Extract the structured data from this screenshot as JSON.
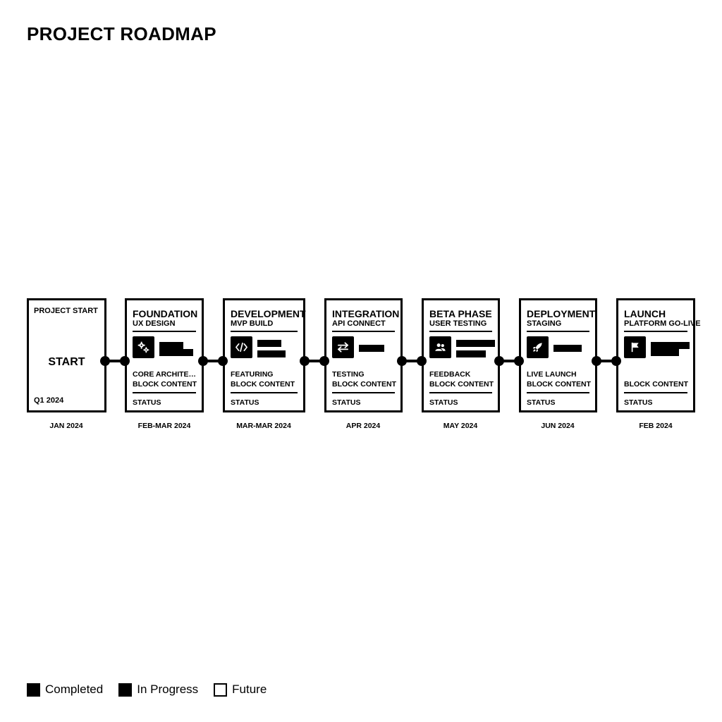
{
  "page": {
    "title": "PROJECT ROADMAP"
  },
  "start": {
    "label": "PROJECT START",
    "big_text": "START",
    "period": "Q1 2024",
    "date": "JAN 2024"
  },
  "phases": [
    {
      "title": "FOUNDATION",
      "subtitle": "UX DESIGN",
      "icon": "gears-icon",
      "task": "CORE ARCHITECT...",
      "block": "BLOCK CONTENT",
      "status": "STATUS",
      "date": "FEB-MAR 2024"
    },
    {
      "title": "DEVELOPMENT",
      "subtitle": "MVP BUILD",
      "icon": "code-icon",
      "task": "FEATURING",
      "block": "BLOCK CONTENT",
      "status": "STATUS",
      "date": "MAR-MAR 2024"
    },
    {
      "title": "INTEGRATION",
      "subtitle": "API CONNECT",
      "icon": "arrows-swap-icon",
      "task": "TESTING",
      "block": "BLOCK CONTENT",
      "status": "STATUS",
      "date": "APR 2024"
    },
    {
      "title": "BETA PHASE",
      "subtitle": "USER TESTING",
      "icon": "users-icon",
      "task": "FEEDBACK",
      "block": "BLOCK CONTENT",
      "status": "STATUS",
      "date": "MAY 2024"
    },
    {
      "title": "DEPLOYMENT",
      "subtitle": "STAGING",
      "icon": "rocket-icon",
      "task": "LIVE LAUNCH",
      "block": "BLOCK CONTENT",
      "status": "STATUS",
      "date": "JUN 2024"
    },
    {
      "title": "LAUNCH",
      "subtitle": "PLATFORM GO-LIVE",
      "icon": "flag-icon",
      "task": "",
      "block": "BLOCK CONTENT",
      "status": "STATUS",
      "date": "FEB 2024"
    }
  ],
  "legend": {
    "completed": "Completed",
    "in_progress": "In Progress",
    "future": "Future"
  },
  "colors": {
    "ink": "#000000",
    "background": "#ffffff"
  }
}
